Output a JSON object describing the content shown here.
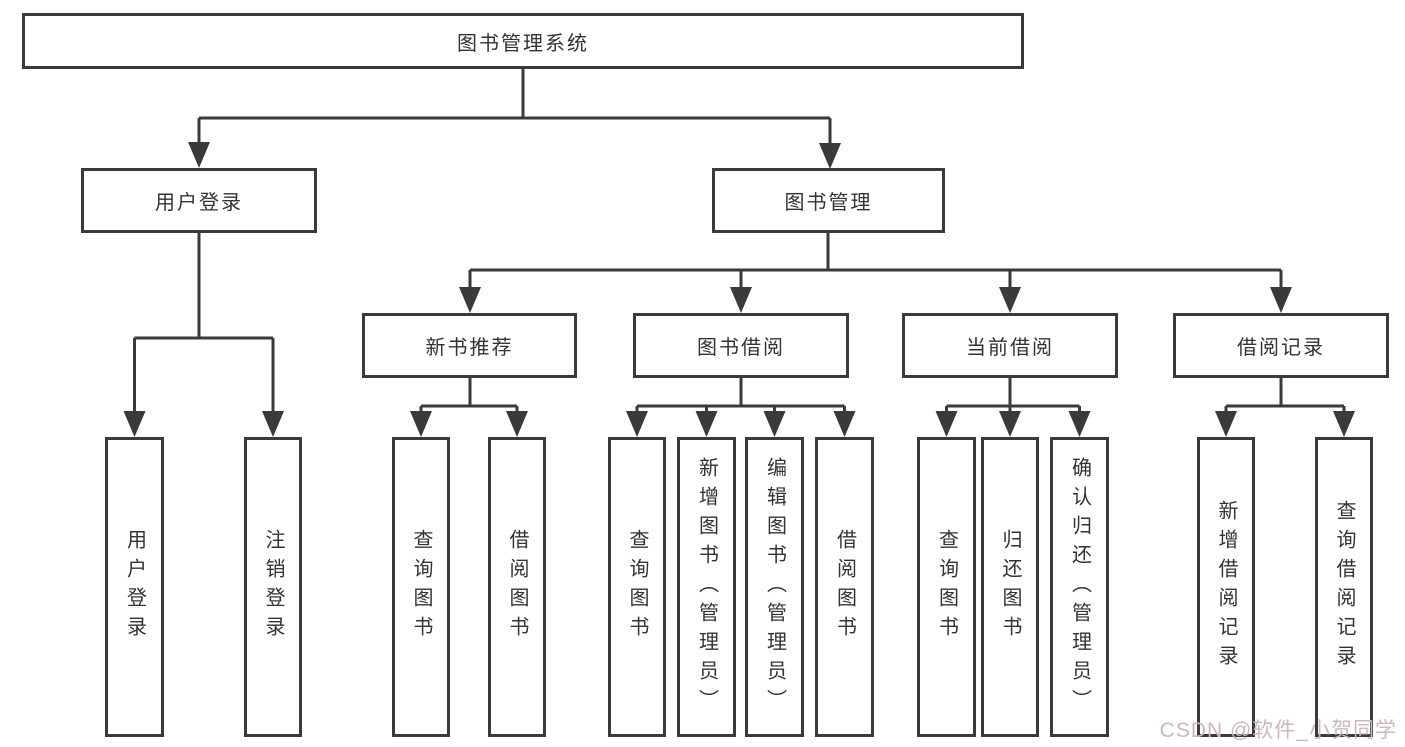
{
  "diagram": {
    "root": {
      "label": "图书管理系统",
      "children": [
        {
          "label": "用户登录",
          "children": [
            {
              "label": "用户登录"
            },
            {
              "label": "注销登录"
            }
          ]
        },
        {
          "label": "图书管理",
          "children": [
            {
              "label": "新书推荐",
              "children": [
                {
                  "label": "查询图书"
                },
                {
                  "label": "借阅图书"
                }
              ]
            },
            {
              "label": "图书借阅",
              "children": [
                {
                  "label": "查询图书"
                },
                {
                  "label": "新增图书（管理员）"
                },
                {
                  "label": "编辑图书（管理员）"
                },
                {
                  "label": "借阅图书"
                }
              ]
            },
            {
              "label": "当前借阅",
              "children": [
                {
                  "label": "查询图书"
                },
                {
                  "label": "归还图书"
                },
                {
                  "label": "确认归还（管理员）"
                }
              ]
            },
            {
              "label": "借阅记录",
              "children": [
                {
                  "label": "新增借阅记录"
                },
                {
                  "label": "查询借阅记录"
                }
              ]
            }
          ]
        }
      ]
    },
    "line_color": "#3a3a3a",
    "text_color": "#333333"
  },
  "watermark": {
    "text": "CSDN @软件_小贺同学"
  }
}
